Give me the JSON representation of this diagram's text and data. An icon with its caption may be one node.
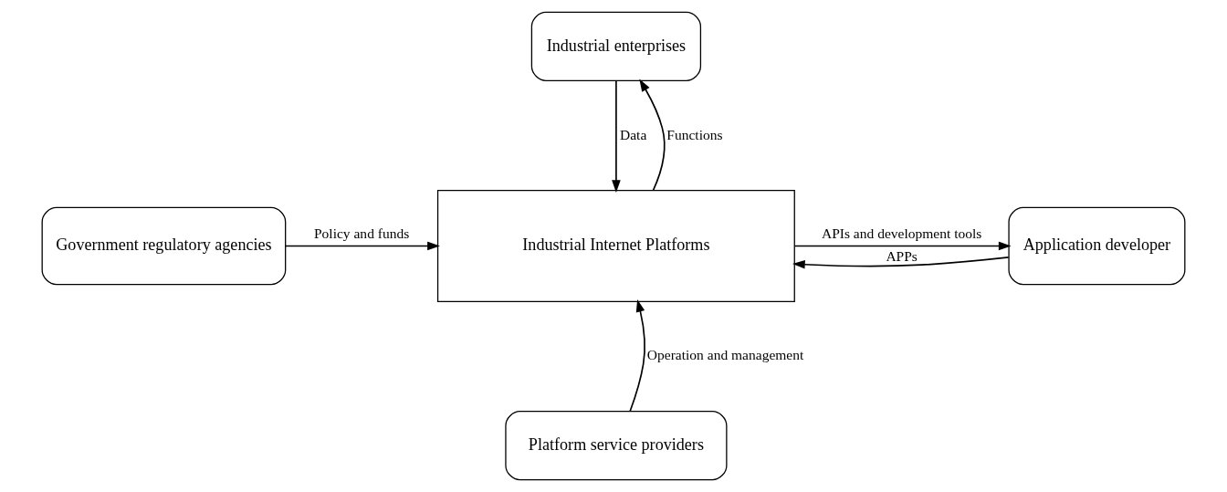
{
  "diagram": {
    "nodes": [
      {
        "text": [
          "Industrial enterprises"
        ]
      },
      {
        "text": [
          "Government regulatory agencies"
        ]
      },
      {
        "text": [
          "Industrial Internet Platforms"
        ]
      },
      {
        "text": [
          "Application developer"
        ]
      },
      {
        "text": [
          "Platform service providers"
        ]
      }
    ],
    "edges": [
      {
        "from": 0,
        "to": 2,
        "arrow": "to",
        "label": "Data"
      },
      {
        "from": 2,
        "to": 0,
        "arrow": "to",
        "label": "Functions"
      },
      {
        "from": 1,
        "to": 2,
        "arrow": "to",
        "label": "Policy and funds"
      },
      {
        "from": 2,
        "to": 3,
        "arrow": "to",
        "label": "APIs and development tools"
      },
      {
        "from": 3,
        "to": 2,
        "arrow": "to",
        "label": "APPs"
      },
      {
        "from": 4,
        "to": 2,
        "arrow": "to",
        "label": "Operation and management"
      }
    ]
  }
}
